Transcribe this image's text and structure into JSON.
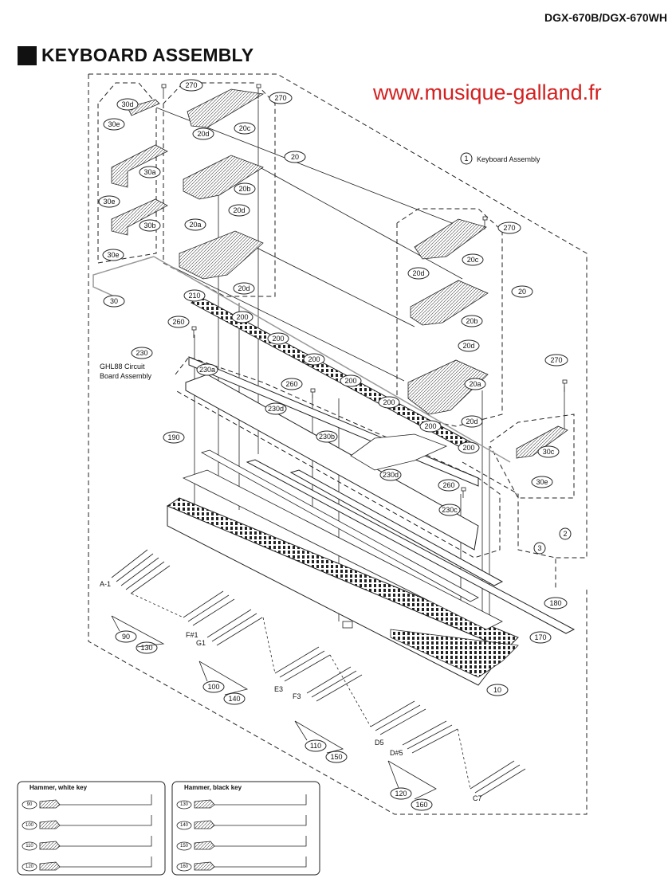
{
  "header": {
    "model": "DGX-670B/DGX-670WH",
    "title": "KEYBOARD ASSEMBLY",
    "watermark": "www.musique-galland.fr"
  },
  "callouts": {
    "c270a": "270",
    "c270b": "270",
    "c270c": "270",
    "c270d": "270",
    "c30d": "30d",
    "c30e_1": "30e",
    "c30a": "30a",
    "c30e_2": "30e",
    "c30b": "30b",
    "c30e_3": "30e",
    "c20d_1": "20d",
    "c20c_1": "20c",
    "c20_1": "20",
    "c20b_1": "20b",
    "c20d_2": "20d",
    "c20a_1": "20a",
    "c20d_3": "20d",
    "c30": "30",
    "c20d_4": "20d",
    "c20c_2": "20c",
    "c20_2": "20",
    "c20b_2": "20b",
    "c20d_5": "20d",
    "c20a_2": "20a",
    "c20d_6": "20d",
    "c210": "210",
    "c260_1": "260",
    "c200_1": "200",
    "c200_2": "200",
    "c200_3": "200",
    "c200_4": "200",
    "c200_5": "200",
    "c200_6": "200",
    "c200_7": "200",
    "c230": "230",
    "c230a": "230a",
    "c260_2": "260",
    "c230d_1": "230d",
    "c230b": "230b",
    "c230d_2": "230d",
    "c260_3": "260",
    "c230c": "230c",
    "c190": "190",
    "c30c": "30c",
    "c30e_4": "30e",
    "c1": "1",
    "c2": "2",
    "c3": "3",
    "c180": "180",
    "c170": "170",
    "c10": "10",
    "c90": "90",
    "c130": "130",
    "c100": "100",
    "c140": "140",
    "c110": "110",
    "c150": "150",
    "c120": "120",
    "c160": "160"
  },
  "labels": {
    "keyboard_assembly": "Keyboard Assembly",
    "circuit_1": "GHL88 Circuit",
    "circuit_2": "Board Assembly",
    "note_a1": "A-1",
    "note_f1": "F#1",
    "note_g1": "G1",
    "note_e3": "E3",
    "note_f3": "F3",
    "note_d5": "D5",
    "note_ds5": "D#5",
    "note_c7": "C7"
  },
  "legend_white": {
    "title": "Hammer, white key",
    "items": [
      "90",
      "100",
      "110",
      "120"
    ]
  },
  "legend_black": {
    "title": "Hammer, black key",
    "items": [
      "130",
      "140",
      "150",
      "160"
    ]
  },
  "colors": {
    "text": "#111111",
    "watermark": "#d42020",
    "line": "#222222",
    "guide": "#aaaaaa"
  }
}
